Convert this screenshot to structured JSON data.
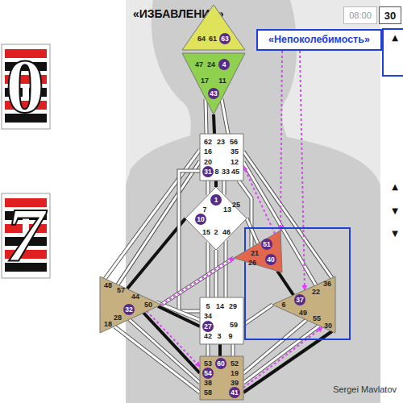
{
  "diagram": {
    "title": "«ИЗБАВЛЕНИЕ»",
    "nodes": [
      {
        "text": [
          "64",
          "61",
          "63"
        ]
      },
      {
        "text": [
          "47",
          "24",
          "4",
          "17",
          "11",
          "43"
        ]
      },
      {
        "text": [
          "62",
          "23",
          "56",
          "16",
          "35",
          "20",
          "12",
          "31",
          "8",
          "33",
          "45"
        ]
      },
      {
        "text": [
          "1",
          "7",
          "13",
          "10",
          "25",
          "15",
          "2",
          "46"
        ]
      },
      {
        "text": [
          "21",
          "51",
          "26",
          "40"
        ]
      },
      {
        "text": [
          "48",
          "57",
          "44",
          "50",
          "32",
          "28",
          "18"
        ]
      },
      {
        "text": [
          "36",
          "22",
          "37",
          "6",
          "49",
          "55",
          "30"
        ]
      },
      {
        "text": [
          "5",
          "14",
          "29",
          "34",
          "27",
          "59",
          "42",
          "3",
          "9"
        ]
      },
      {
        "text": [
          "53",
          "60",
          "52",
          "54",
          "19",
          "38",
          "39",
          "58",
          "41"
        ]
      },
      {
        "text": [
          "«Непоколебимость»"
        ]
      },
      {
        "text": [
          "08:00"
        ]
      },
      {
        "text": [
          "30"
        ]
      }
    ],
    "edges": [
      {
        "from": 1,
        "to": 2,
        "arrow": "none"
      },
      {
        "from": 1,
        "to": 2,
        "arrow": "none"
      },
      {
        "from": 1,
        "to": 2,
        "arrow": "none"
      },
      {
        "from": 2,
        "to": 3,
        "arrow": "none"
      },
      {
        "from": 2,
        "to": 3,
        "arrow": "none"
      },
      {
        "from": 2,
        "to": 3,
        "arrow": "none"
      },
      {
        "from": 2,
        "to": 5,
        "arrow": "none"
      },
      {
        "from": 2,
        "to": 5,
        "arrow": "none"
      },
      {
        "from": 3,
        "to": 5,
        "arrow": "none"
      },
      {
        "from": 2,
        "to": 6,
        "arrow": "none"
      },
      {
        "from": 2,
        "to": 6,
        "arrow": "none"
      },
      {
        "from": 2,
        "to": 4,
        "arrow": "none"
      },
      {
        "from": 3,
        "to": 4,
        "arrow": "none"
      },
      {
        "from": 3,
        "to": 7,
        "arrow": "none"
      },
      {
        "from": 3,
        "to": 7,
        "arrow": "none"
      },
      {
        "from": 3,
        "to": 7,
        "arrow": "none"
      },
      {
        "from": 2,
        "to": 7,
        "arrow": "none"
      },
      {
        "from": 7,
        "to": 5,
        "arrow": "none"
      },
      {
        "from": 7,
        "to": 5,
        "arrow": "none"
      },
      {
        "from": 7,
        "to": 6,
        "arrow": "none"
      },
      {
        "from": 7,
        "to": 8,
        "arrow": "none"
      },
      {
        "from": 7,
        "to": 8,
        "arrow": "none"
      },
      {
        "from": 7,
        "to": 8,
        "arrow": "none"
      },
      {
        "from": 8,
        "to": 5,
        "arrow": "none"
      },
      {
        "from": 8,
        "to": 5,
        "arrow": "none"
      },
      {
        "from": 8,
        "to": 5,
        "arrow": "none"
      },
      {
        "from": 8,
        "to": 6,
        "arrow": "none"
      },
      {
        "from": 8,
        "to": 6,
        "arrow": "none"
      },
      {
        "from": 8,
        "to": 6,
        "arrow": "none"
      },
      {
        "from": 4,
        "to": 6,
        "arrow": "none"
      },
      {
        "from": 4,
        "to": 5,
        "arrow": "none"
      },
      {
        "from": 9,
        "to": 4,
        "arrow": "to"
      },
      {
        "from": 9,
        "to": 6,
        "arrow": "to"
      },
      {
        "from": 4,
        "to": 2,
        "arrow": "to"
      },
      {
        "from": 5,
        "to": 4,
        "arrow": "to"
      },
      {
        "from": 5,
        "to": 8,
        "arrow": "to"
      },
      {
        "from": 8,
        "to": 6,
        "arrow": "to"
      }
    ],
    "labels": [
      "0",
      "7",
      "▲",
      "▲",
      "▼",
      "▼",
      "Sergei Mavlatov"
    ]
  }
}
